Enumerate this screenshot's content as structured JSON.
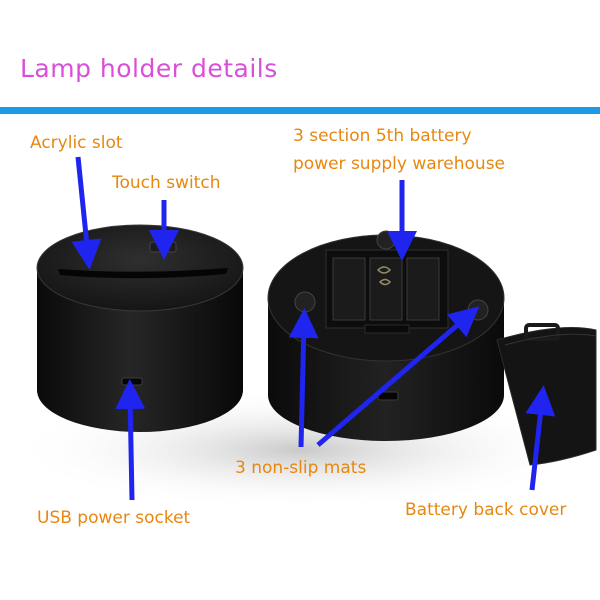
{
  "title": "Lamp holder details",
  "labels": {
    "acrylic_slot": "Acrylic slot",
    "touch_switch": "Touch switch",
    "battery_line1": "3 section 5th battery",
    "battery_line2": "power supply warehouse",
    "non_slip_mats": "3 non-slip mats",
    "usb_socket": "USB power socket",
    "back_cover": "Battery back cover"
  },
  "colors": {
    "title": "#d94fd9",
    "labels": "#e8870f",
    "rule": "#1e9be6",
    "arrows": "#1f24ee",
    "plastic": "#111111"
  }
}
